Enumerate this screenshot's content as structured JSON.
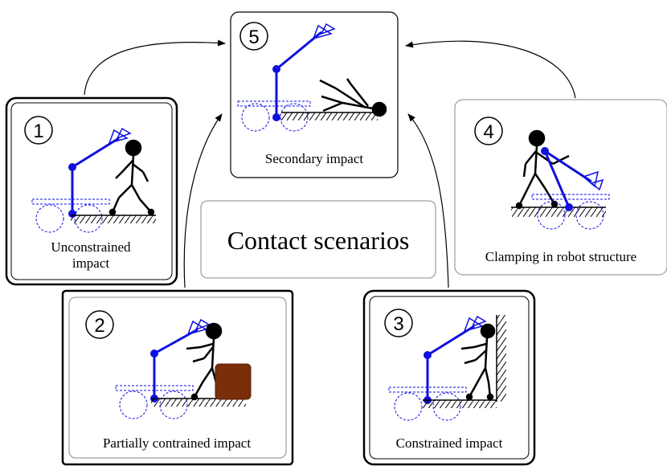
{
  "center": {
    "label": "Contact scenarios"
  },
  "panels": [
    {
      "id": "1",
      "number": "1",
      "caption_line1": "Unconstrained",
      "caption_line2": "impact"
    },
    {
      "id": "2",
      "number": "2",
      "caption": "Partially contrained impact"
    },
    {
      "id": "3",
      "number": "3",
      "caption": "Constrained impact"
    },
    {
      "id": "4",
      "number": "4",
      "caption": "Clamping in robot structure"
    },
    {
      "id": "5",
      "number": "5",
      "caption": "Secondary impact"
    }
  ],
  "colors": {
    "robot": "#1010e0",
    "human": "#000000",
    "box": "#7a2e0a",
    "frame": "#000000"
  }
}
